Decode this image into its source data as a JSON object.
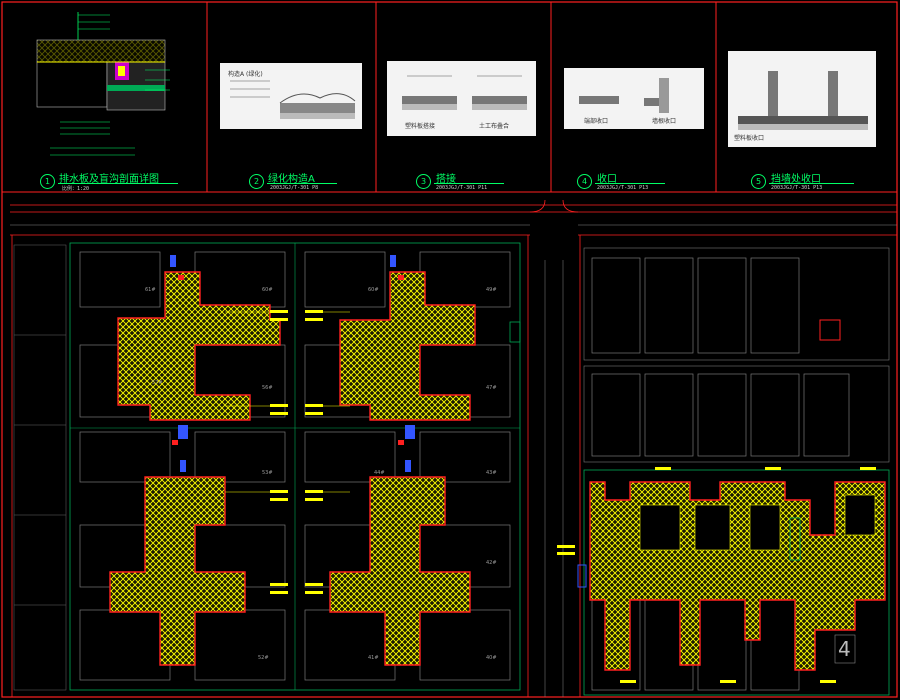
{
  "details": [
    {
      "num": "1",
      "title": "排水板及盲沟剖面详图",
      "sub": "比例：1:20"
    },
    {
      "num": "2",
      "title": "绿化构造A",
      "sub": "2003JGJ/T-301 P8"
    },
    {
      "num": "3",
      "title": "搭接",
      "sub": "2003JGJ/T-301 P11"
    },
    {
      "num": "4",
      "title": "收口",
      "sub": "2003JGJ/T-301 P13"
    },
    {
      "num": "5",
      "title": "挡墙处收口",
      "sub": "2003JGJ/T-301 P13"
    }
  ],
  "thumb_texts": {
    "t2_title": "构造A (绿化)",
    "t3_left": "塑料板搭接",
    "t3_right": "土工布叠合",
    "t4_left": "端部收口",
    "t4_right": "墙根收口",
    "t5_bottom": "塑料板收口"
  },
  "units": {
    "w1": [
      "61#",
      "60#",
      "57#",
      "56#",
      "53#",
      "52#"
    ],
    "w2": [
      "60#",
      "49#",
      "47#",
      "44#",
      "43#",
      "42#",
      "41#",
      "40#"
    ]
  },
  "zone_label": "4",
  "colors": {
    "green": "#00ff66",
    "red": "#ff2020",
    "yellow": "#ffff00",
    "grey": "#7a7a7a",
    "bg": "#000000"
  }
}
